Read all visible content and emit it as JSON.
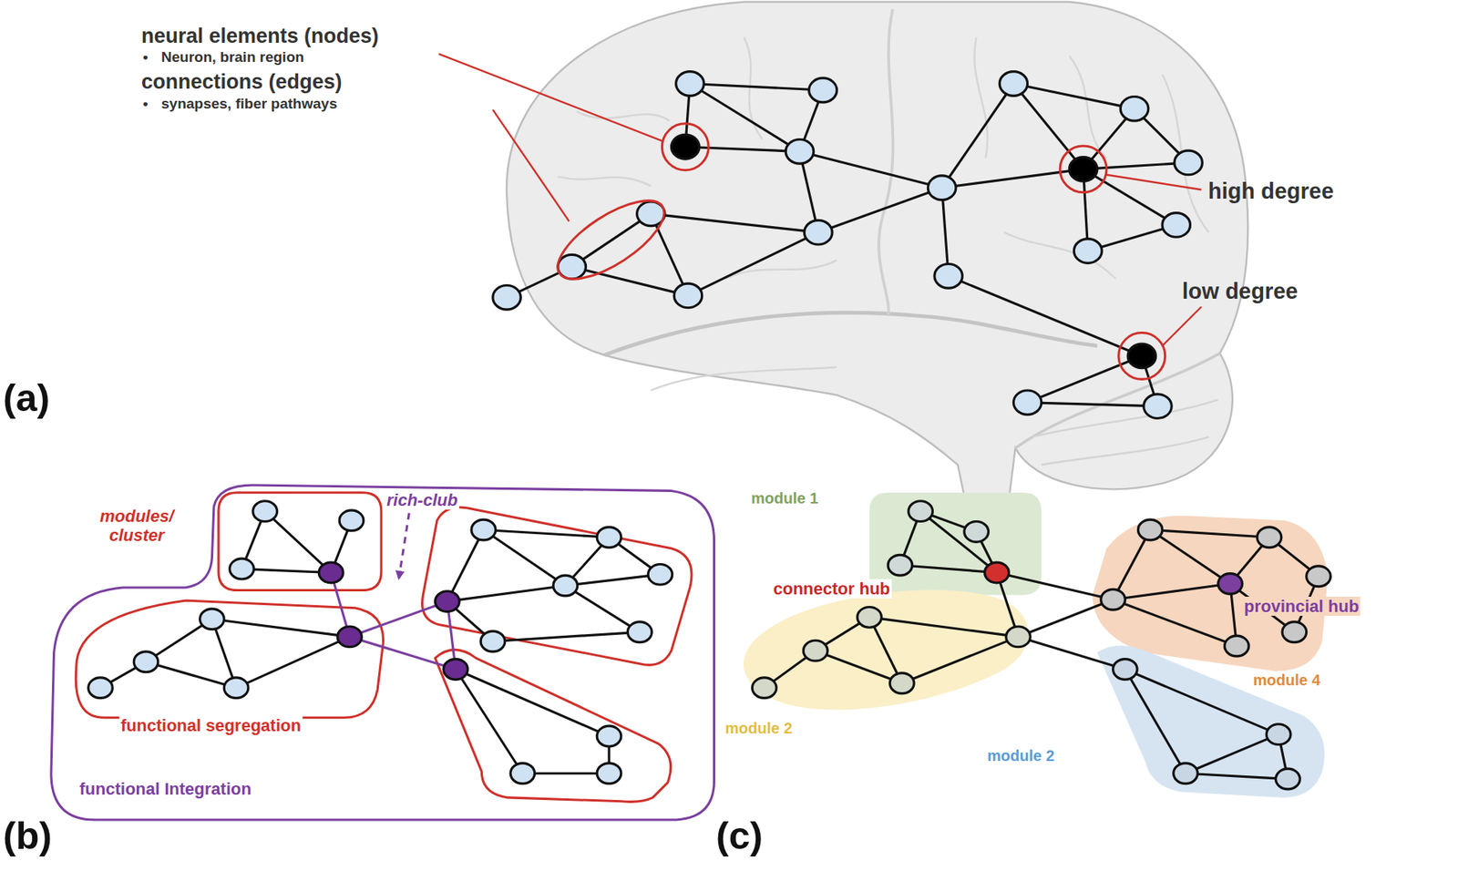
{
  "diagram": {
    "labels": [
      "neural elements (nodes)",
      "•",
      "Neuron, brain region",
      "connections (edges)",
      "•",
      "synapses, fiber pathways",
      "high degree",
      "low degree",
      "(a)",
      "modules/ cluster",
      "rich-club",
      "functional segregation",
      "functional Integration",
      "(b)",
      "module 1",
      "connector hub",
      "provincial hub",
      "module 4",
      "module 2",
      "module 2",
      "(c)"
    ]
  }
}
